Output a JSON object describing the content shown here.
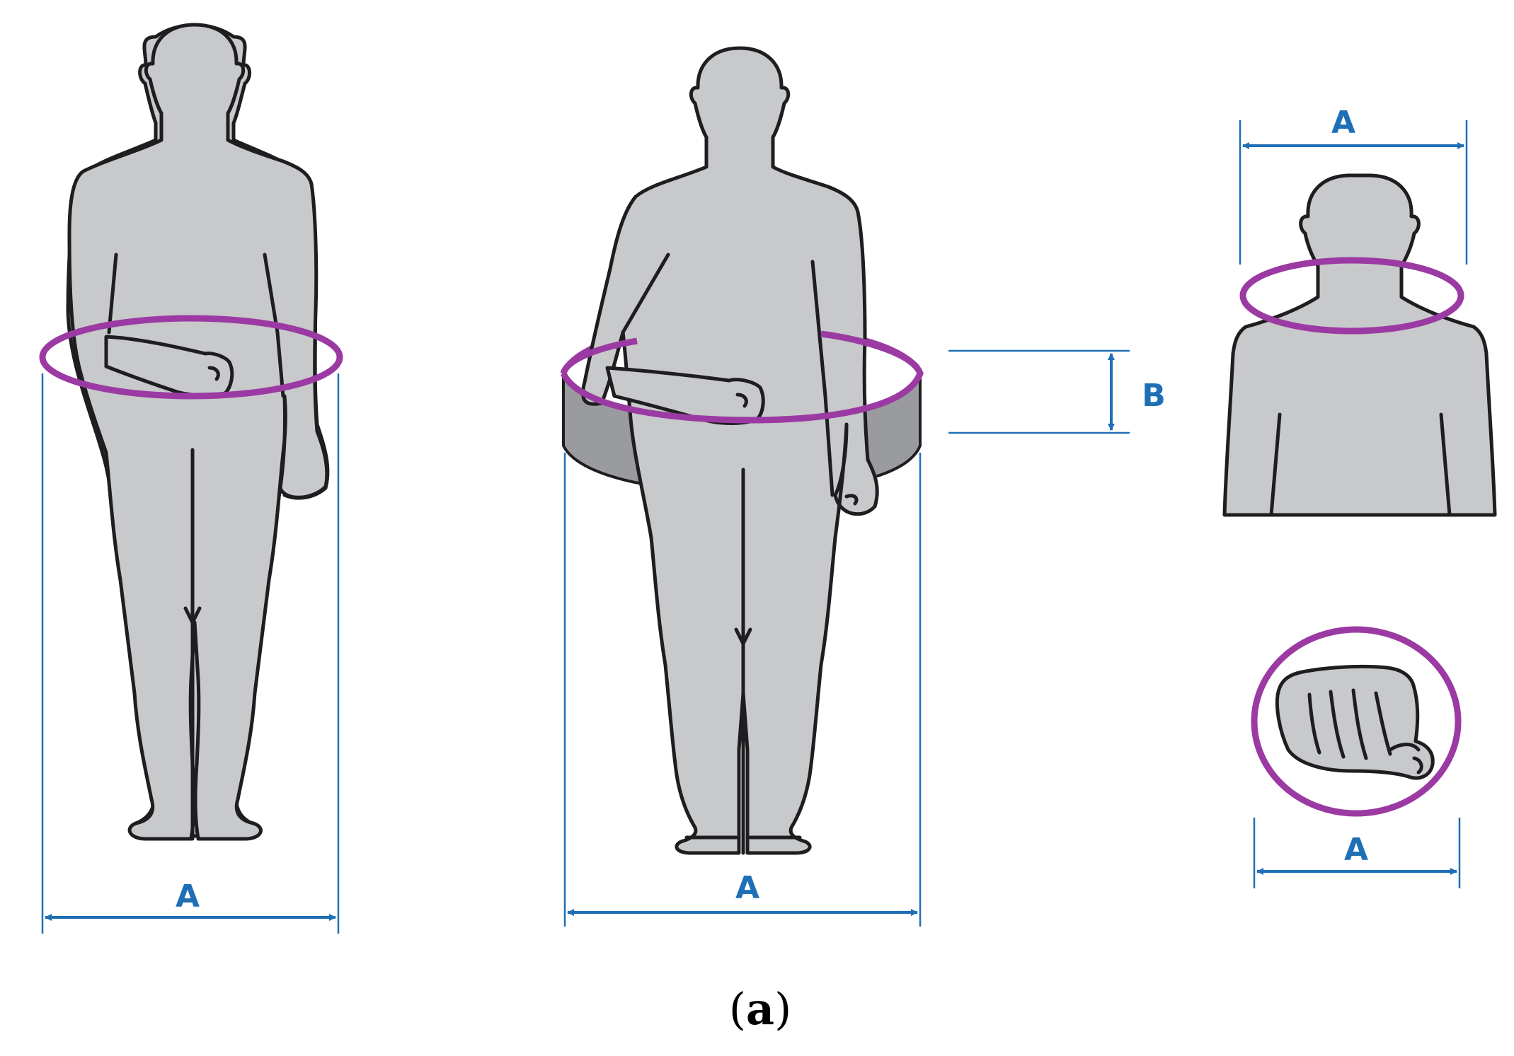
{
  "diagram": {
    "figure_a": {
      "dimension_label": "A"
    },
    "figure_b": {
      "width_label": "A",
      "height_label": "B"
    },
    "figure_neck": {
      "dimension_label": "A"
    },
    "figure_fist": {
      "dimension_label": "A"
    },
    "caption": {
      "open": "(",
      "letter": "a",
      "close": ")"
    }
  },
  "colors": {
    "body_fill": "#c8c9cb",
    "outline": "#1e1e20",
    "measurement_ring": "#9b3aa3",
    "dimension_blue": "#1f6fb6",
    "shaded_band": "#9a9b9e"
  }
}
